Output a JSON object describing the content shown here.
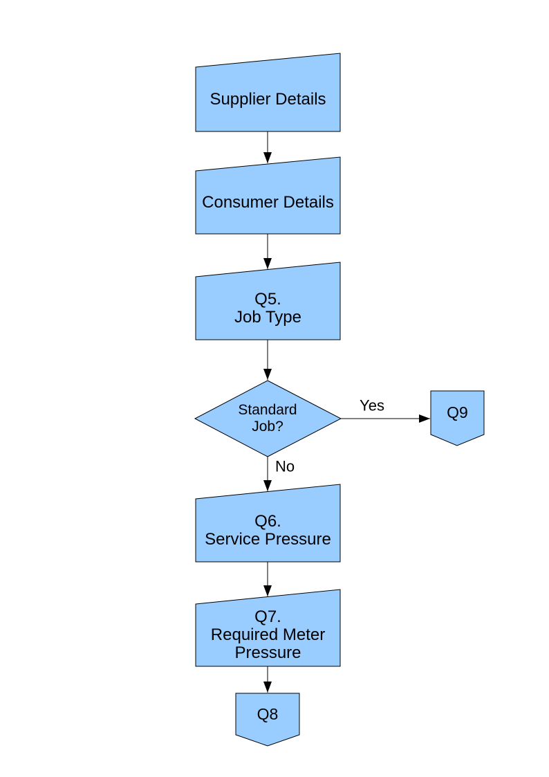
{
  "page": {
    "background": "#ffffff"
  },
  "diagram": {
    "style": {
      "shape_fill": "#99CCFF",
      "shape_border": "#000000",
      "text_color": "#000000",
      "arrow_color": "#000000"
    },
    "nodes": {
      "supplier": {
        "label": "Supplier Details",
        "shape": "manual-input"
      },
      "consumer": {
        "label": "Consumer Details",
        "shape": "manual-input"
      },
      "q5": {
        "label": "Q5.\nJob Type",
        "shape": "manual-input"
      },
      "standard_job": {
        "label": "Standard\nJob?",
        "shape": "decision"
      },
      "q9": {
        "label": "Q9",
        "shape": "off-page-connector"
      },
      "q6": {
        "label": "Q6.\nService Pressure",
        "shape": "manual-input"
      },
      "q7": {
        "label": "Q7.\nRequired Meter\nPressure",
        "shape": "manual-input"
      },
      "q8": {
        "label": "Q8",
        "shape": "off-page-connector"
      }
    },
    "edge_labels": {
      "yes": "Yes",
      "no": "No"
    }
  }
}
